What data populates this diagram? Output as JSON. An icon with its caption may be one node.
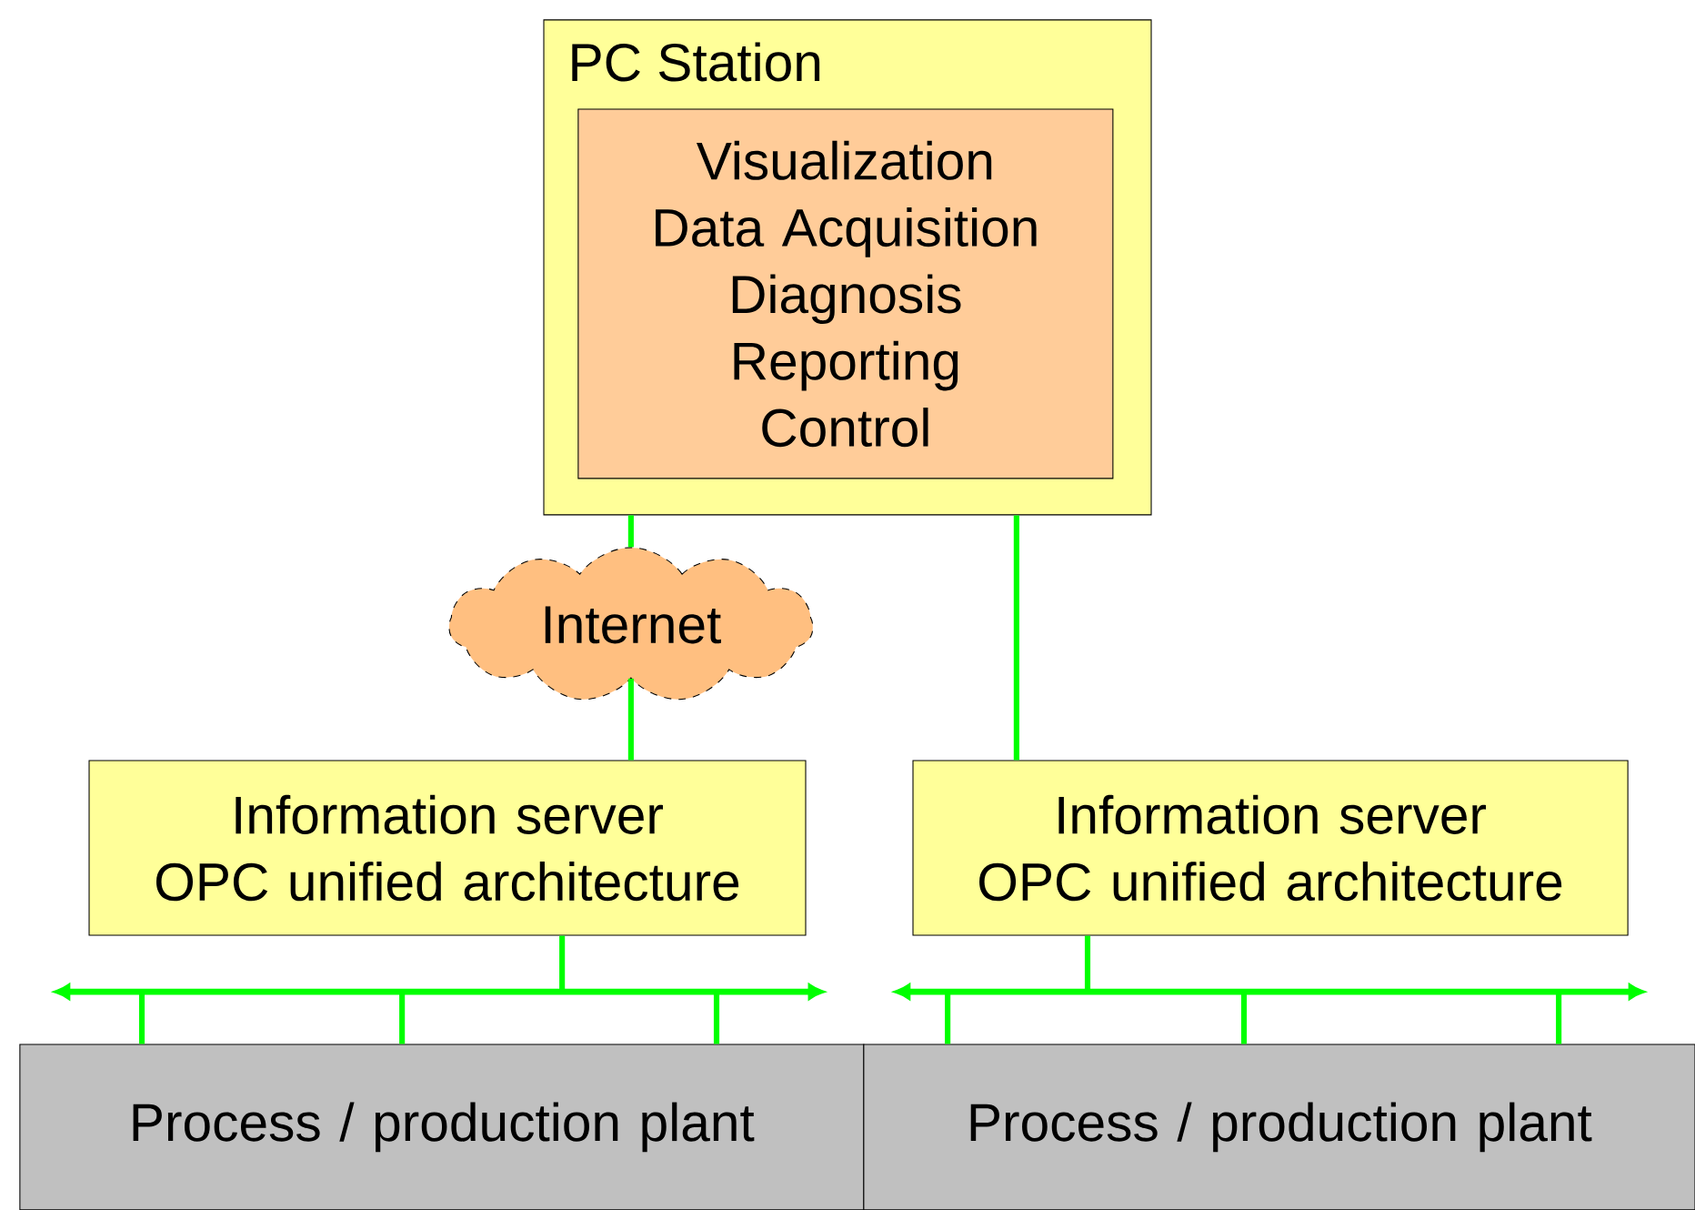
{
  "diagram": {
    "nodes": [
      {
        "text": [
          "PC Station"
        ]
      },
      {
        "text": [
          "Visualization",
          "Data Acquisition",
          "Diagnosis",
          "Reporting",
          "Control"
        ],
        "in": 0
      },
      {
        "text": [
          "Internet"
        ]
      },
      {
        "text": [
          "Information server",
          "OPC unified architecture"
        ]
      },
      {
        "text": [
          "Information server",
          "OPC unified architecture"
        ]
      },
      {
        "text": [],
        "shape": "bar"
      },
      {
        "text": [],
        "shape": "bar"
      },
      {
        "text": [
          "Process / production plant"
        ]
      },
      {
        "text": [
          "Process / production plant"
        ]
      }
    ],
    "edges": [
      {
        "from": 0,
        "to": 2,
        "arrow": "none"
      },
      {
        "from": 2,
        "to": 3,
        "arrow": "none"
      },
      {
        "from": 0,
        "to": 4,
        "arrow": "none"
      },
      {
        "from": 3,
        "to": 5,
        "arrow": "none"
      },
      {
        "from": 5,
        "to": 7,
        "arrow": "none"
      },
      {
        "from": 5,
        "to": 7,
        "arrow": "none"
      },
      {
        "from": 5,
        "to": 7,
        "arrow": "none"
      },
      {
        "from": 4,
        "to": 6,
        "arrow": "none"
      },
      {
        "from": 6,
        "to": 8,
        "arrow": "none"
      },
      {
        "from": 6,
        "to": 8,
        "arrow": "none"
      },
      {
        "from": 6,
        "to": 8,
        "arrow": "none"
      }
    ]
  }
}
